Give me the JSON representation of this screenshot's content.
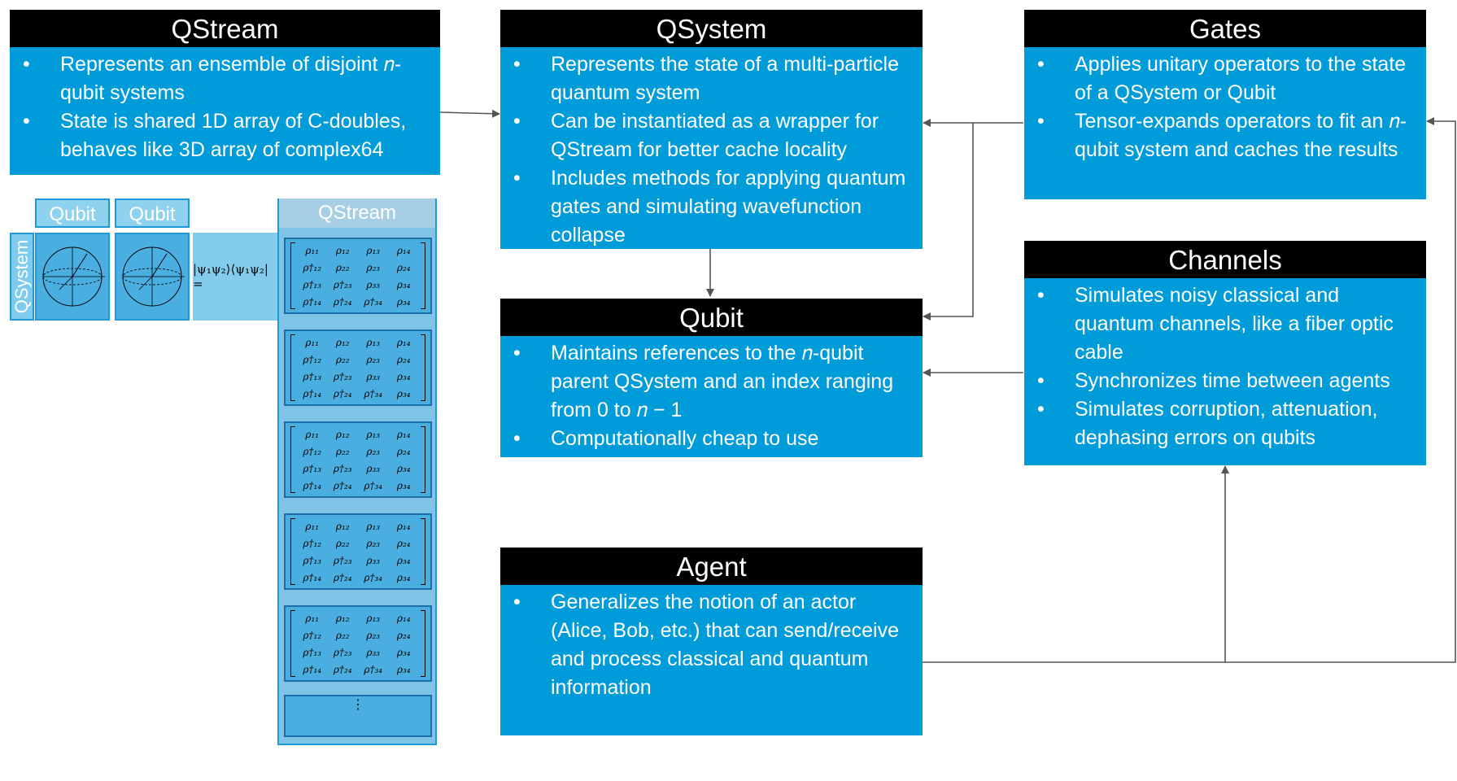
{
  "boxes": {
    "qstream": {
      "title": "QStream",
      "bullets": [
        "Represents an ensemble of disjoint 𝑛-qubit systems",
        "State is shared 1D array of C-doubles, behaves like 3D array of complex64"
      ]
    },
    "qsystem": {
      "title": "QSystem",
      "bullets": [
        "Represents the state of a multi-particle quantum system",
        "Can be instantiated as a wrapper for QStream for better cache locality",
        "Includes methods for applying quantum gates and simulating wavefunction collapse"
      ]
    },
    "gates": {
      "title": "Gates",
      "bullets": [
        "Applies unitary operators to the state of a QSystem or Qubit",
        "Tensor-expands operators to fit an 𝑛-qubit system and caches the results"
      ]
    },
    "qubit": {
      "title": "Qubit",
      "bullets": [
        "Maintains references to the 𝑛-qubit parent QSystem and an index ranging from 0 to 𝑛 − 1",
        "Computationally cheap to use"
      ]
    },
    "channels": {
      "title": "Channels",
      "bullets": [
        "Simulates noisy classical and quantum channels, like a fiber optic cable",
        "Synchronizes time between agents",
        "Simulates corruption, attenuation, dephasing errors on qubits"
      ]
    },
    "agent": {
      "title": "Agent",
      "bullets": [
        "Generalizes the notion of an actor (Alice, Bob, etc.) that can send/receive and process classical and quantum information"
      ]
    }
  },
  "illustration": {
    "qubit_label_1": "Qubit",
    "qubit_label_2": "Qubit",
    "qstream_label": "QStream",
    "qsystem_label": "QSystem",
    "ket_expr": "|ψ₁ψ₂⟩⟨ψ₁ψ₂| =",
    "matrix_entries": [
      "ρ₁₁",
      "ρ₁₂",
      "ρ₁₃",
      "ρ₁₄",
      "ρ†₁₂",
      "ρ₂₂",
      "ρ₂₃",
      "ρ₂₄",
      "ρ†₁₃",
      "ρ†₂₃",
      "ρ₃₃",
      "ρ₃₄",
      "ρ†₁₄",
      "ρ†₂₄",
      "ρ†₃₄",
      "ρ₃₄"
    ],
    "ellipsis": "⋮"
  },
  "colors": {
    "box_fill": "#009bd9",
    "header_fill": "#000000",
    "arrow": "#555555"
  }
}
